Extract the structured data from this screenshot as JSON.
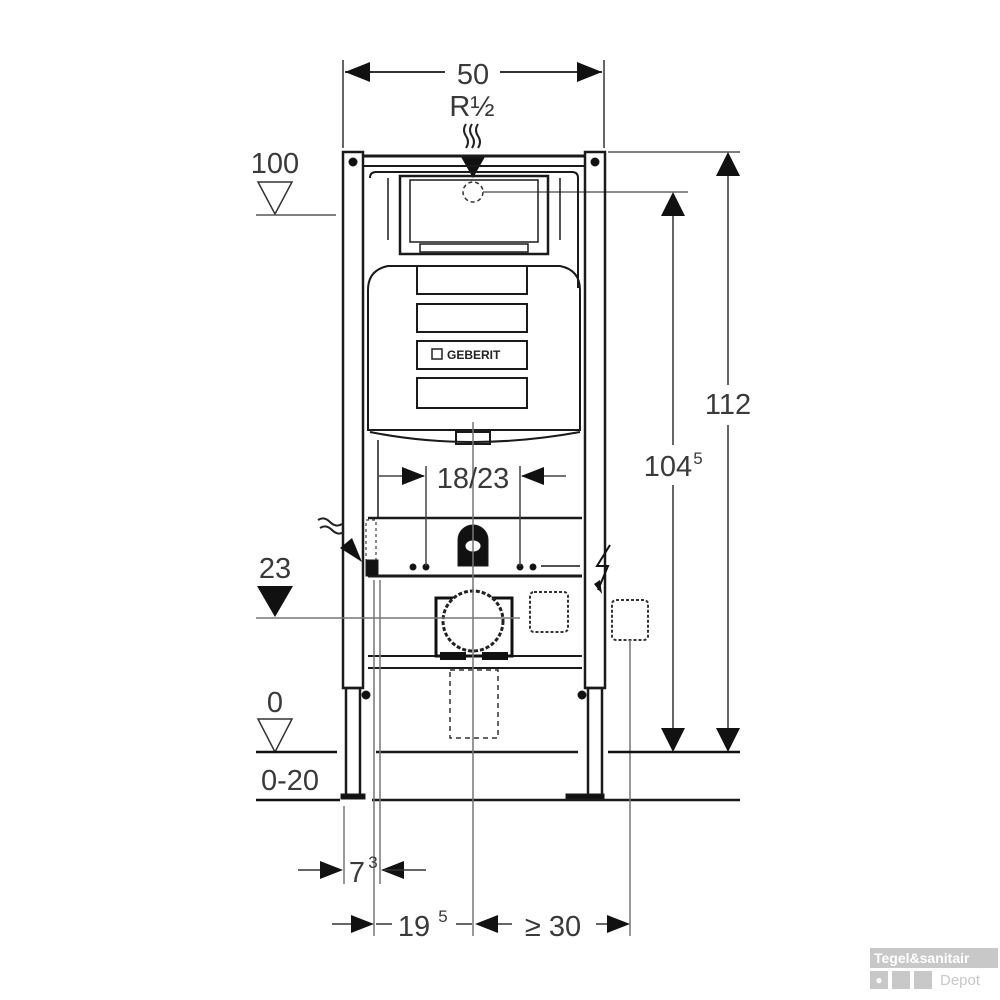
{
  "drawing": {
    "subject": "Geberit installation frame for wall-hung WC",
    "brand_label": "GEBERIT",
    "colors": {
      "line": "#1a1a1a",
      "dim": "#555555",
      "text": "#3a3a3a"
    }
  },
  "dimensions": {
    "width_top": "50",
    "water_connection": "R½",
    "height_total": "112",
    "height_cistern_main": "104",
    "height_cistern_sup": "5",
    "flush_plate_width": "18/23",
    "depth_leg_main": "7",
    "depth_leg_sup": "3",
    "offset_main": "19",
    "offset_sup": "5",
    "min_distance": "≥ 30"
  },
  "levels": {
    "level_100": "100",
    "level_23": "23",
    "level_0": "0",
    "level_range": "0-20"
  },
  "symbols": {
    "water_supply": "water-inlet-symbol",
    "electric": "electric-lightning-symbol"
  },
  "watermark": {
    "line1": "Tegel&sanitair",
    "line2": "Depot",
    "icon": "drop-icon"
  }
}
